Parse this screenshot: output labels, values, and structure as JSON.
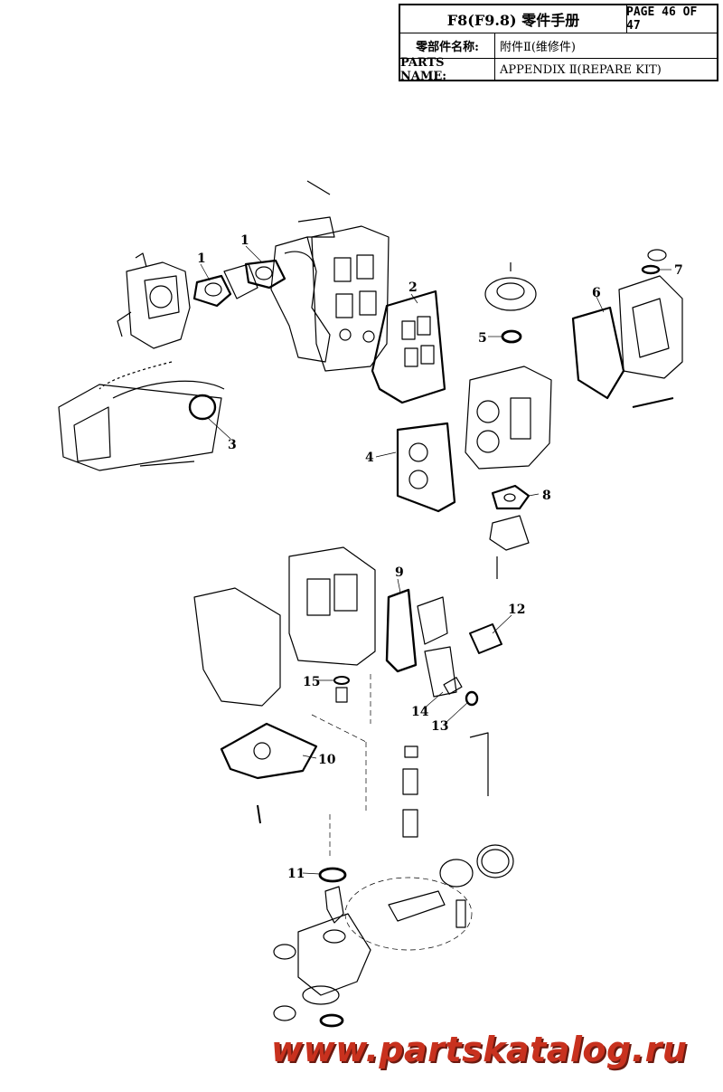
{
  "header": {
    "title": "F8(F9.8) 零件手册",
    "page": "PAGE 46 OF 47",
    "name_label_cn": "零部件名称:",
    "name_value_cn": "附件Ⅱ(维修件)",
    "name_label_en": "PARTS NAME:",
    "name_value_en": "APPENDIX Ⅱ(REPARE KIT)"
  },
  "callouts": [
    "1",
    "1",
    "2",
    "3",
    "4",
    "5",
    "6",
    "7",
    "8",
    "9",
    "10",
    "11",
    "12",
    "13",
    "14",
    "15"
  ],
  "watermark": "www.partskatalog.ru"
}
